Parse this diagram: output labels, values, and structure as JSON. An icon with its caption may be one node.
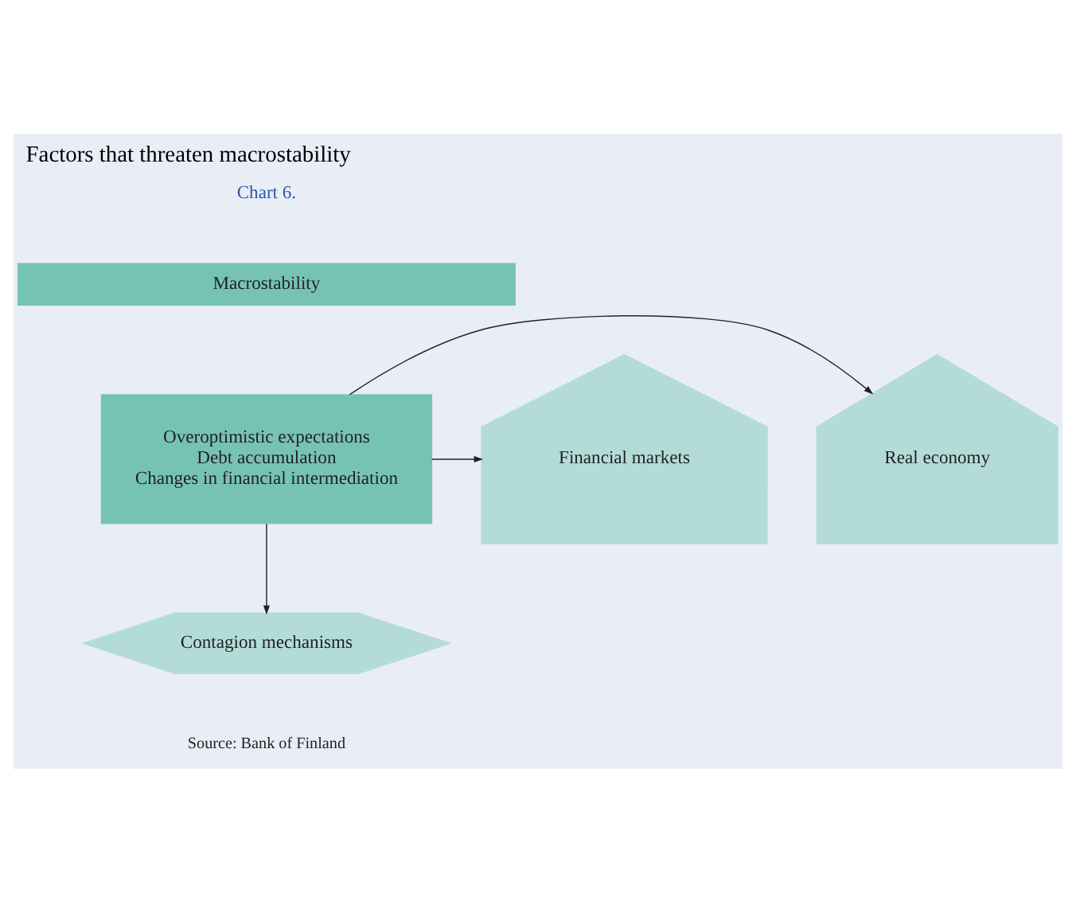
{
  "diagram": {
    "title": "Factors that threaten macrostability",
    "caption": "Source: Bank of Finland",
    "nodes": [
      {
        "text": [
          "Macrostability"
        ]
      },
      {
        "text": [
          "Real economy"
        ]
      },
      {
        "text": [
          "Overoptimistic expectations",
          "Debt accumulation",
          "Changes in financial intermediation"
        ]
      },
      {
        "text": [
          "Financial markets"
        ]
      },
      {
        "text": [
          "Contagion mechanisms"
        ]
      }
    ],
    "edges": [
      {
        "from": 2,
        "to": 1,
        "arrow": "to"
      },
      {
        "from": 2,
        "to": 3,
        "arrow": "to"
      },
      {
        "from": 2,
        "to": 4,
        "arrow": "to"
      }
    ],
    "labels": [
      "Chart 6."
    ]
  }
}
